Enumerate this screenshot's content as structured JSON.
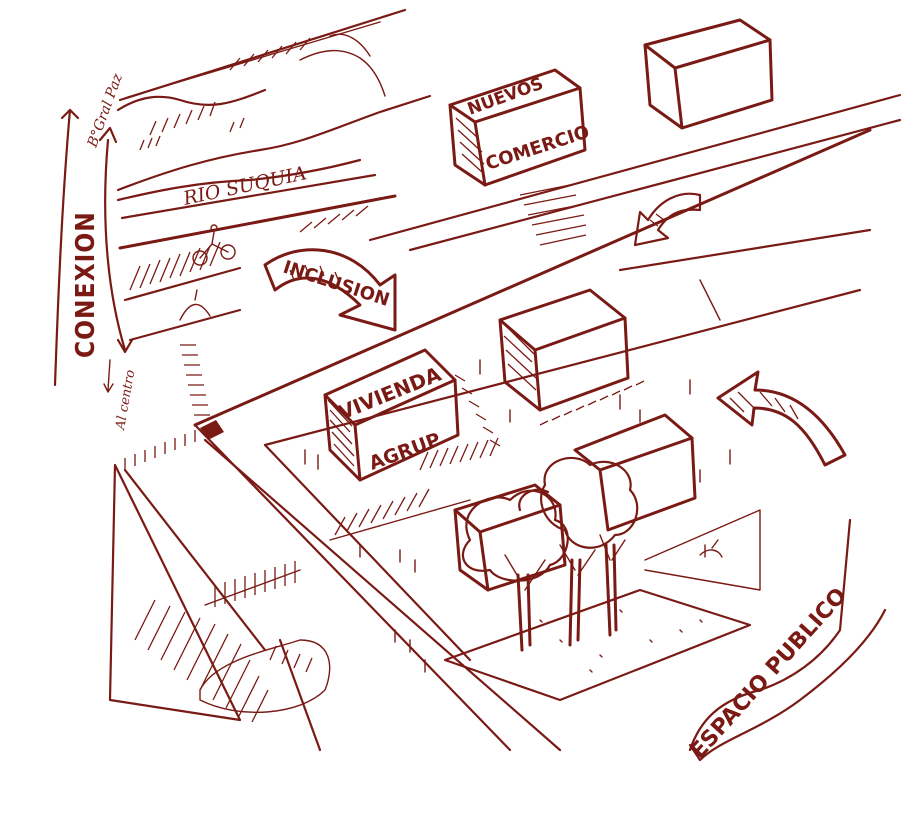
{
  "labels": {
    "conexion": "CONEXION",
    "b_gral_paz": "B°Gral Paz",
    "rio_suquia": "RIO SUQUIA",
    "inclusion": "INCLUSION",
    "nuevos": "NUEVOS",
    "comercio": "COMERCIO",
    "vivienda": "VIVIENDA",
    "agrup": "AGRUP",
    "al_centro": "Al centro",
    "espacio_publico": "ESPACIO PUBLICO"
  },
  "colors": {
    "ink": "#7a1a14",
    "paper": "#ffffff"
  }
}
